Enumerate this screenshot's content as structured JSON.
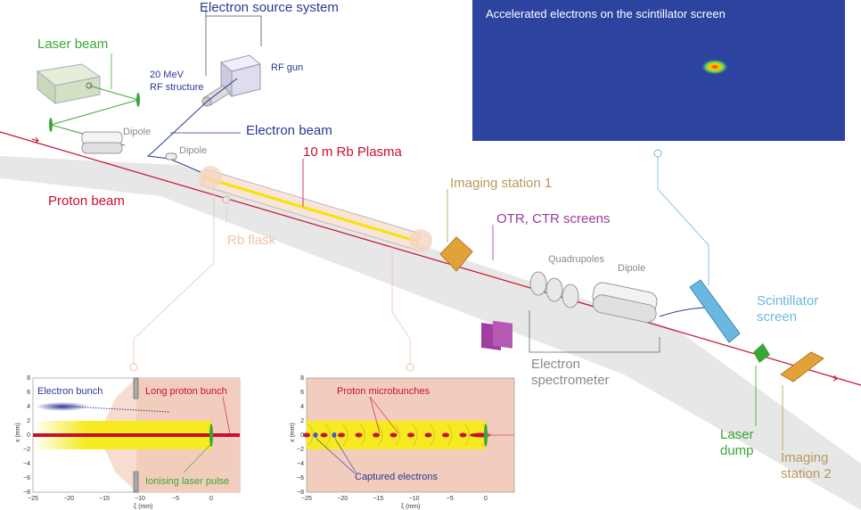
{
  "colors": {
    "electron": "#2b3894",
    "proton": "#c8102e",
    "laser": "#3aa635",
    "imaging": "#b89a58",
    "otr": "#9b3b9b",
    "scintillator": "#6ab8e0",
    "gray": "#8a8a8a",
    "rb_flask": "#f0c4a8",
    "plasma": "#f2e600"
  },
  "labels": {
    "electron_source_system": "Electron source system",
    "laser_beam": "Laser beam",
    "rf_structure_line1": "20 MeV",
    "rf_structure_line2": "RF structure",
    "rf_gun": "RF gun",
    "electron_beam": "Electron beam",
    "dipole_1": "Dipole",
    "dipole_2": "Dipole",
    "plasma": "10 m Rb Plasma",
    "proton_beam": "Proton beam",
    "rb_flask": "Rb flask",
    "imaging_station_1": "Imaging station 1",
    "otr_ctr": "OTR, CTR screens",
    "quadrupoles": "Quadrupoles",
    "dipole_3": "Dipole",
    "spectrometer_line1": "Electron",
    "spectrometer_line2": "spectrometer",
    "scintillator_line1": "Scintillator",
    "scintillator_line2": "screen",
    "laser_dump_line1": "Laser",
    "laser_dump_line2": "dump",
    "imaging_station_2_line1": "Imaging",
    "imaging_station_2_line2": "station 2"
  },
  "screen_image": {
    "title": "Accelerated electrons on the scintillator screen",
    "background": "#2c43a0"
  },
  "insets": [
    {
      "xlabel": "ξ (mm)",
      "ylabel": "x (mm)",
      "xticks": [
        "−25",
        "−20",
        "−15",
        "−10",
        "−5",
        "0"
      ],
      "yticks": [
        "8",
        "6",
        "4",
        "2",
        "0",
        "−2",
        "−4",
        "−6",
        "−8"
      ],
      "annotations": {
        "electron_bunch": "Electron bunch",
        "long_proton_bunch": "Long proton bunch",
        "ionising_laser_pulse": "Ionising laser pulse"
      }
    },
    {
      "xlabel": "ξ (mm)",
      "ylabel": "x (mm)",
      "xticks": [
        "−25",
        "−20",
        "−15",
        "−10",
        "−5",
        "0"
      ],
      "yticks": [
        "8",
        "6",
        "4",
        "2",
        "0",
        "−2",
        "−4",
        "−6",
        "−8"
      ],
      "annotations": {
        "proton_microbunches": "Proton microbunches",
        "captured_electrons": "Captured electrons"
      }
    }
  ]
}
